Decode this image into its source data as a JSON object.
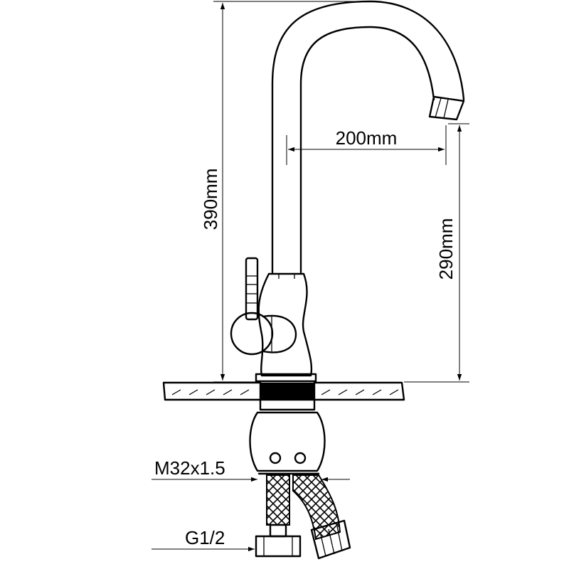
{
  "dimensions": {
    "overall_height": "390mm",
    "spout_reach": "200mm",
    "spout_height": "290mm",
    "mount_thread": "M32x1.5",
    "hose_thread": "G1/2"
  }
}
